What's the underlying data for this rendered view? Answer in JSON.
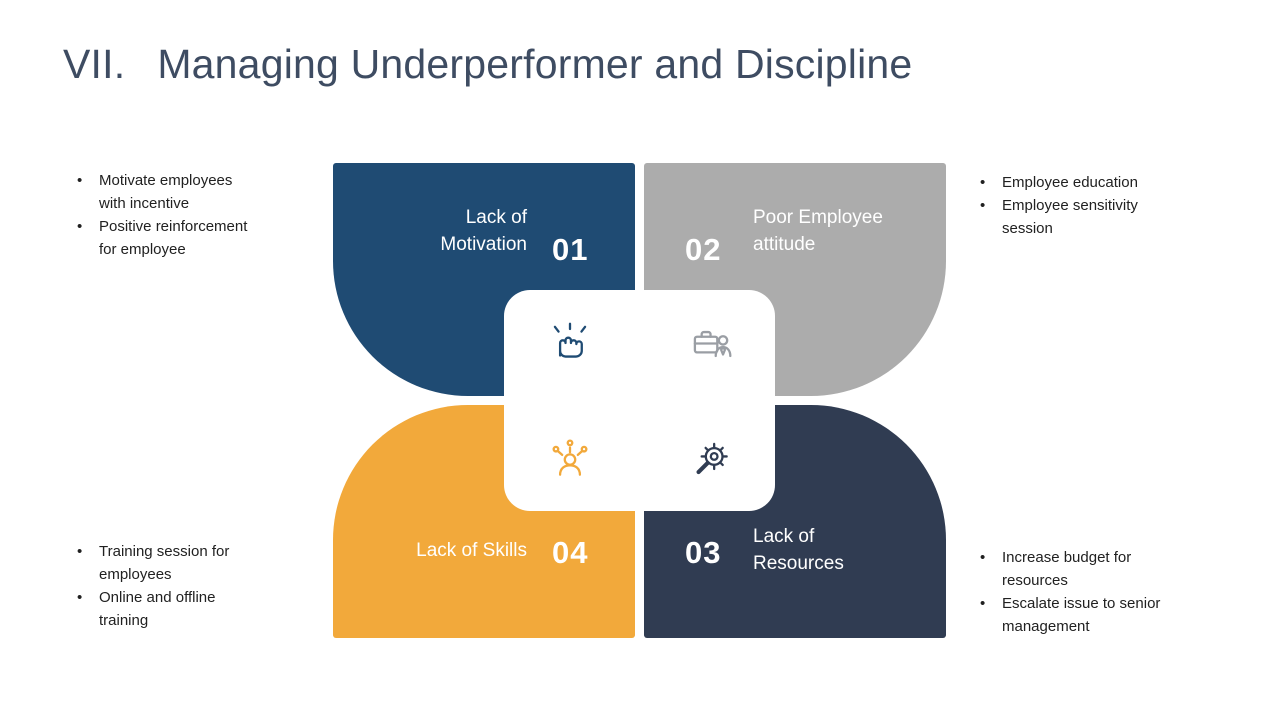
{
  "title": {
    "numeral": "VII.",
    "text": "Managing Underperformer and Discipline"
  },
  "colors": {
    "title_text": "#3E4C62",
    "petal_blue": "#1F4B73",
    "petal_gray": "#ACACAC",
    "petal_yellow": "#F2A93B",
    "petal_navy": "#303C52",
    "petal_label_text": "#FFFFFF",
    "note_text": "#212121"
  },
  "petals": {
    "motivation": {
      "number": "01",
      "label": "Lack of Motivation",
      "color": "#1F4B73",
      "icon": "fist-motivation-icon"
    },
    "attitude": {
      "number": "02",
      "label": "Poor Employee attitude",
      "color": "#ACACAC",
      "icon": "briefcase-person-icon"
    },
    "resources": {
      "number": "03",
      "label": "Lack of Resources",
      "color": "#303C52",
      "icon": "gear-search-icon"
    },
    "skills": {
      "number": "04",
      "label": "Lack of Skills",
      "color": "#F2A93B",
      "icon": "person-network-icon"
    }
  },
  "notes": {
    "motivation": [
      "Motivate employees with incentive",
      "Positive reinforcement for employee"
    ],
    "attitude": [
      "Employee education",
      "Employee sensitivity session"
    ],
    "skills": [
      "Training session for employees",
      "Online and offline training"
    ],
    "resources": [
      "Increase budget for resources",
      "Escalate issue to senior management"
    ]
  }
}
